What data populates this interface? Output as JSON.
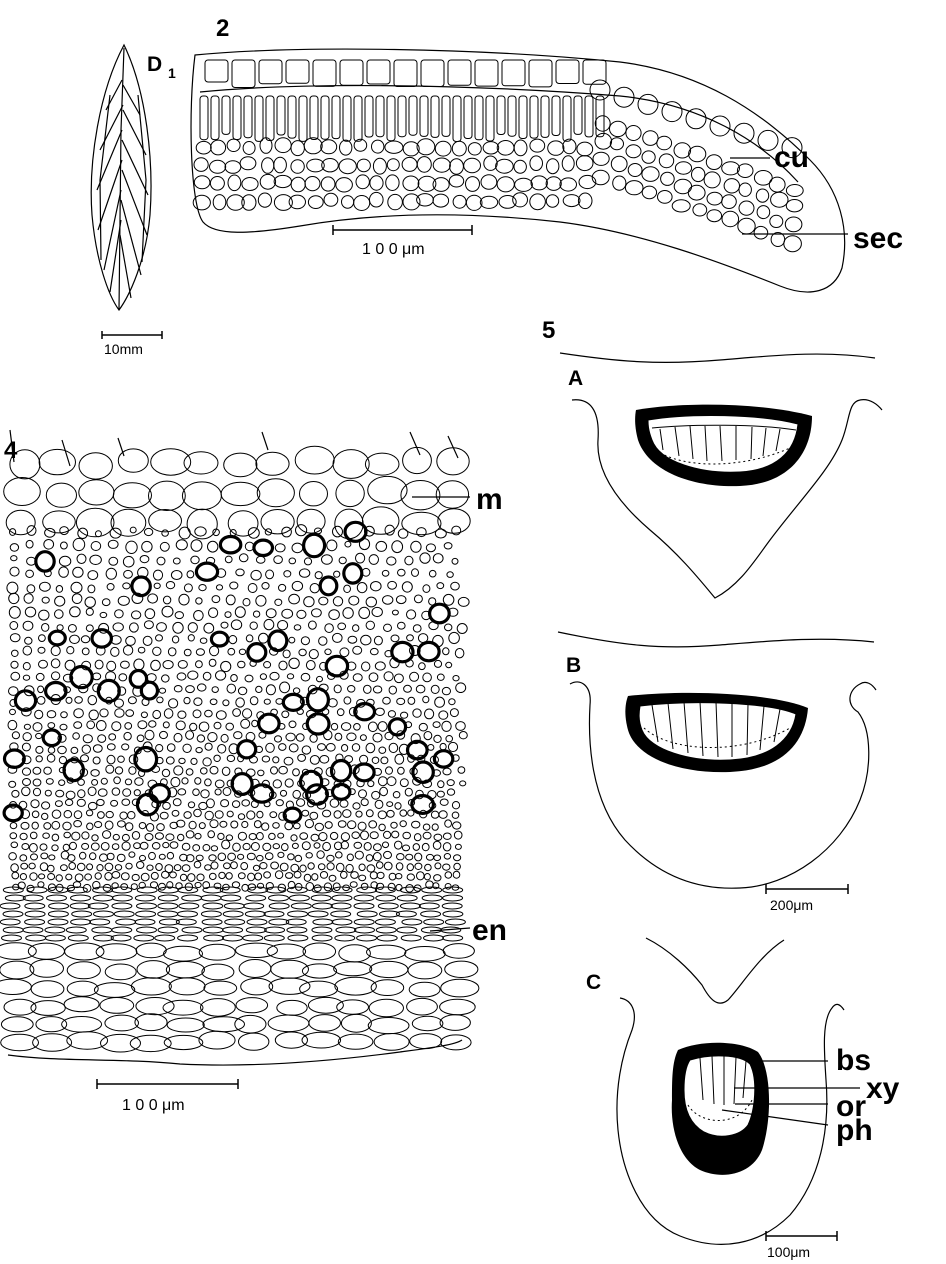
{
  "figure_numbers": {
    "fig2": "2",
    "fig4": "4",
    "fig5": "5"
  },
  "fig2": {
    "leaf_label": "D",
    "leaf_label_sub": "1",
    "leaf_scale": "10mm",
    "section_scale": "1 0 0 μm",
    "labels": {
      "cu": "cu",
      "sec": "sec"
    }
  },
  "fig4": {
    "labels": {
      "m": "m",
      "en": "en"
    },
    "scale": "1 0 0 μm"
  },
  "fig5": {
    "panels": [
      "A",
      "B",
      "C"
    ],
    "scale_ab": "200μm",
    "scale_c": "100μm",
    "labels": {
      "bs": "bs",
      "xy": "xy",
      "or": "or",
      "ph": "ph"
    }
  }
}
